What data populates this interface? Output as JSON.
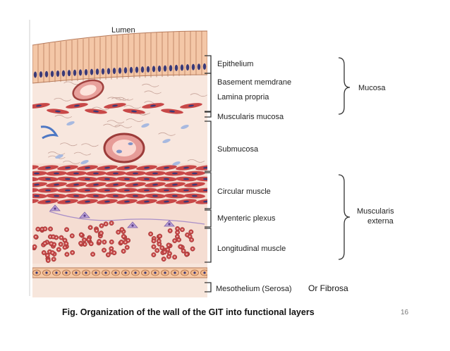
{
  "diagram": {
    "lumen_label": "Lumen",
    "layers": {
      "epithelium": "Epithelium",
      "basement": "Basement memdrane",
      "lamina": "Lamina propria",
      "muscularis_mucosa": "Muscularis mucosa",
      "submucosa": "Submucosa",
      "circular": "Circular muscle",
      "plexus": "Myenteric plexus",
      "longitudinal": "Longitudinal muscle",
      "mesothelium": "Mesothelium (Serosa)"
    },
    "groups": {
      "mucosa": "Mucosa",
      "muscularis_line1": "Muscularis",
      "muscularis_line2": "externa"
    },
    "note": "Or Fibrosa"
  },
  "caption": "Fig. Organization of the wall of the GIT into functional layers",
  "page_number": "16",
  "colors": {
    "tissue": "#f7e6dc",
    "muscle": "#c84848",
    "nucleus": "#3a3a78",
    "vessel": "#e79a96",
    "epithelium": "#f4c7a7",
    "plexus": "#b9a0d8",
    "bracket": "#333333"
  }
}
